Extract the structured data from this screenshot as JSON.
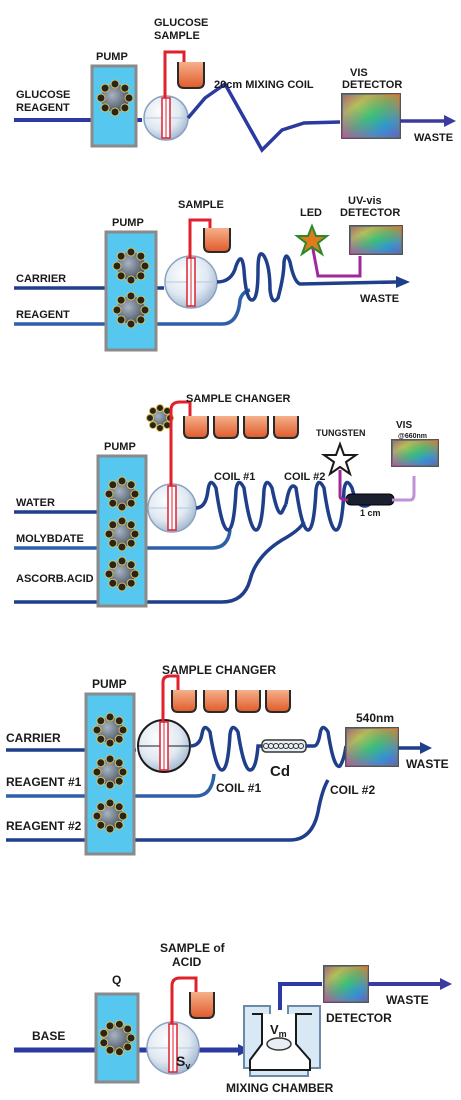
{
  "panel1": {
    "pump_label": "PUMP",
    "sample_label_line1": "GLUCOSE",
    "sample_label_line2": "SAMPLE",
    "coil_label": "20cm MIXING COIL",
    "detector_label_line1": "VIS",
    "detector_label_line2": "DETECTOR",
    "reagent_label_line1": "GLUCOSE",
    "reagent_label_line2": "REAGENT",
    "waste_label": "WASTE"
  },
  "panel2": {
    "pump_label": "PUMP",
    "sample_label": "SAMPLE",
    "led_label": "LED",
    "detector_label_line1": "UV-vis",
    "detector_label_line2": "DETECTOR",
    "carrier_label": "CARRIER",
    "reagent_label": "REAGENT",
    "waste_label": "WASTE"
  },
  "panel3": {
    "sample_changer_label": "SAMPLE CHANGER",
    "pump_label": "PUMP",
    "coil1_label": "COIL #1",
    "coil2_label": "COIL #2",
    "tungsten_label": "TUNGSTEN",
    "vis_label": "VIS",
    "wavelength_label": "@660nm",
    "cell_label": "1 cm",
    "water_label": "WATER",
    "molybdate_label": "MOLYBDATE",
    "ascorbic_label": "ASCORB.ACID"
  },
  "panel4": {
    "sample_changer_label": "SAMPLE CHANGER",
    "pump_label": "PUMP",
    "wavelength_label": "540nm",
    "carrier_label": "CARRIER",
    "reagent1_label": "REAGENT #1",
    "reagent2_label": "REAGENT #2",
    "coil1_label": "COIL #1",
    "coil2_label": "COIL #2",
    "cd_label": "Cd",
    "waste_label": "WASTE"
  },
  "panel5": {
    "pump_label": "Q",
    "sample_label_line1": "SAMPLE of",
    "sample_label_line2": "ACID",
    "base_label": "BASE",
    "valve_label": "S",
    "valve_sub": "v",
    "volume_label": "V",
    "volume_sub": "m",
    "chamber_label": "MIXING CHAMBER",
    "detector_label": "DETECTOR",
    "waste_label": "WASTE"
  },
  "colors": {
    "tube_dark": "#1f3f8a",
    "tube_mid": "#2f5fa8",
    "pump_fill": "#56c8f0",
    "pump_border": "#8a8a8a",
    "sample_loop": "#e0202a",
    "led_wire": "#a0299a",
    "arrow_purple": "#4a3aa0"
  }
}
